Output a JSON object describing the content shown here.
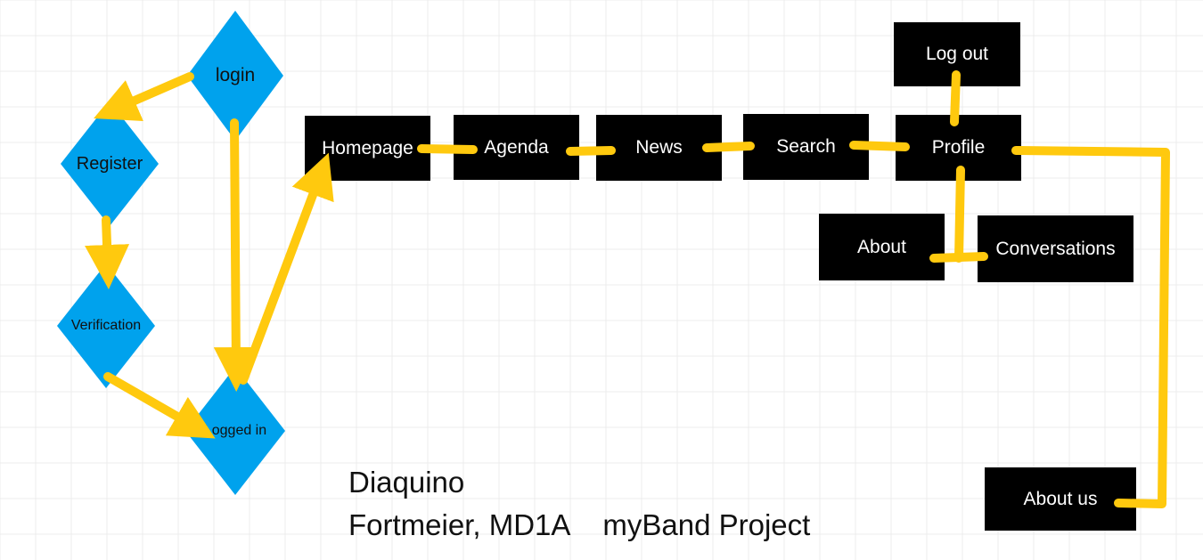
{
  "colors": {
    "diamond_fill": "#00a2ed",
    "box_fill": "#000000",
    "arrow": "#ffc90e",
    "grid": "#ececec"
  },
  "flow": {
    "login": "login",
    "register": "Register",
    "verification": "Verification",
    "logged_in": "Logged in"
  },
  "nav": {
    "homepage": "Homepage",
    "agenda": "Agenda",
    "news": "News",
    "search": "Search",
    "profile": "Profile",
    "log_out": "Log out",
    "about": "About",
    "conversations": "Conversations",
    "about_us": "About us"
  },
  "caption": {
    "line1": "Diaquino",
    "author": "Fortmeier, MD1A",
    "project": "myBand Project"
  }
}
